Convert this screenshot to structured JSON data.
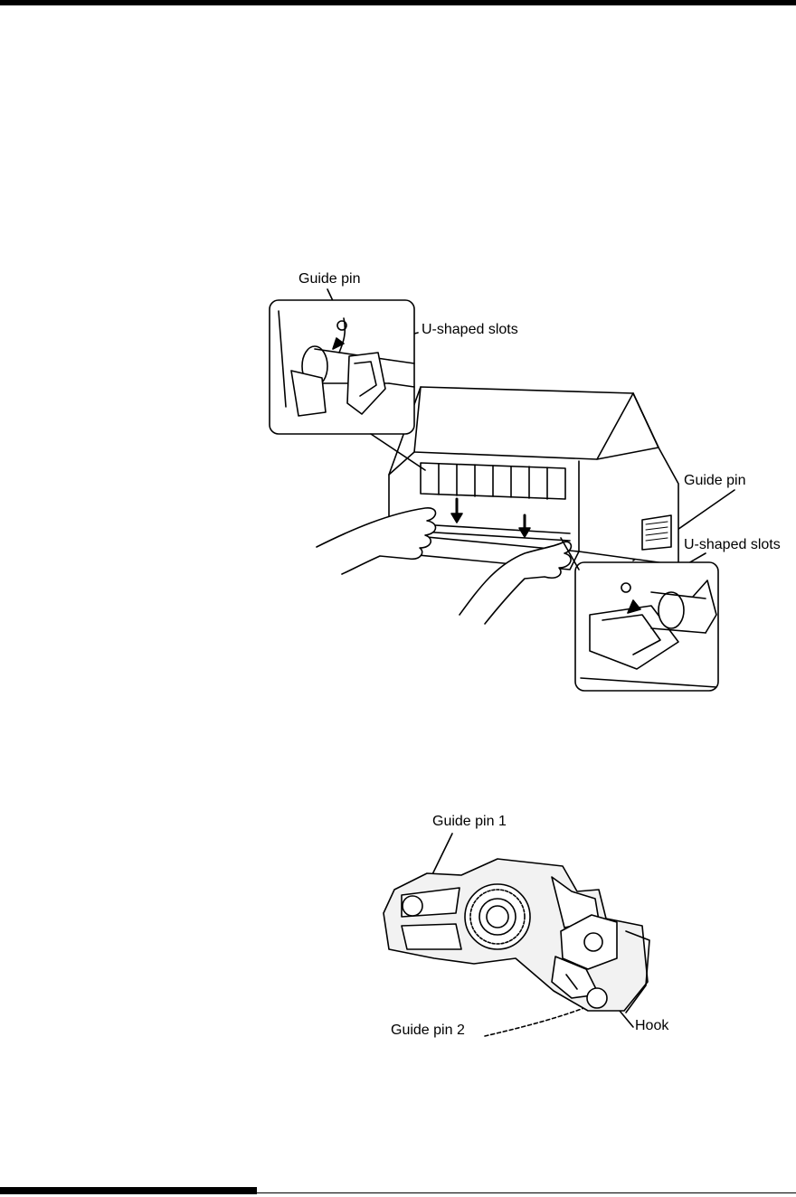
{
  "figure1": {
    "labels": {
      "guide_pin_top": "Guide pin",
      "u_slots_top": "U-shaped slots",
      "guide_pin_right": "Guide pin",
      "u_slots_right": "U-shaped slots"
    }
  },
  "figure2": {
    "labels": {
      "guide_pin_1": "Guide pin 1",
      "guide_pin_2": "Guide pin 2",
      "hook": "Hook"
    }
  }
}
